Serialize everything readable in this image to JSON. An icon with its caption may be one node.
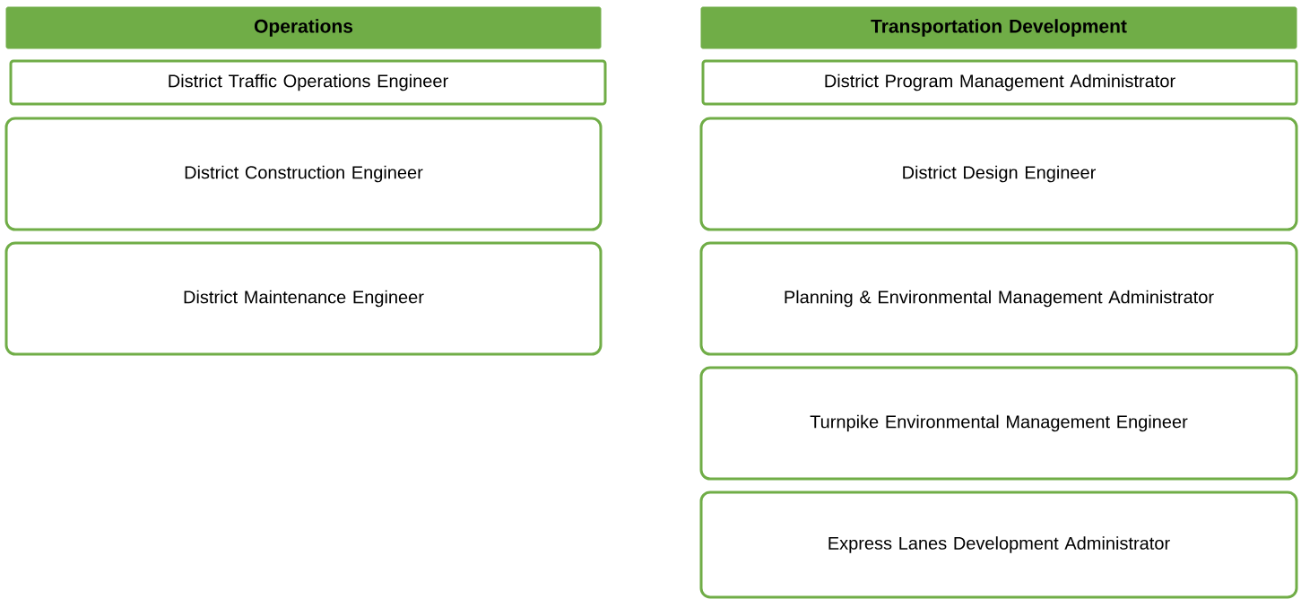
{
  "diagram": {
    "nodes": [
      {
        "text": [
          "Operations"
        ]
      },
      {
        "text": [
          "District Traffic Operations Engineer"
        ]
      },
      {
        "text": [
          "District Construction Engineer"
        ]
      },
      {
        "text": [
          "District Maintenance Engineer"
        ]
      },
      {
        "text": [
          "Transportation Development"
        ]
      },
      {
        "text": [
          "District Program Management Administrator"
        ]
      },
      {
        "text": [
          "District Design Engineer"
        ]
      },
      {
        "text": [
          "Planning & Environmental Management Administrator"
        ]
      },
      {
        "text": [
          "Turnpike Environmental Management Engineer"
        ]
      },
      {
        "text": [
          "Express Lanes Development Administrator"
        ]
      }
    ]
  }
}
